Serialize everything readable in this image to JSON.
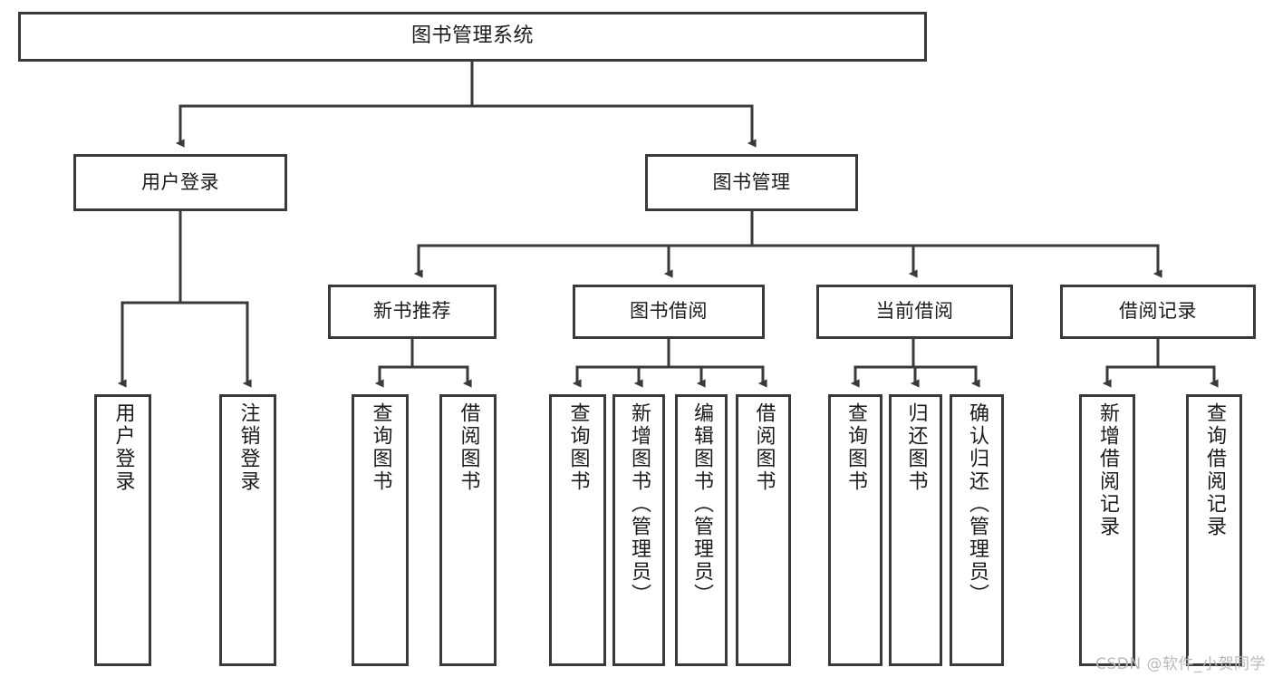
{
  "diagram": {
    "title": "图书管理系统",
    "type": "hierarchy-tree",
    "watermark": "CSDN @软件_小贺同学",
    "colors": {
      "stroke": "#3a3a3a",
      "text": "#1b1b1b",
      "background": "#ffffff",
      "watermark": "#b9b9b9"
    },
    "root": {
      "label": "图书管理系统"
    },
    "level1": [
      {
        "label": "用户登录"
      },
      {
        "label": "图书管理"
      }
    ],
    "level2": [
      {
        "label": "新书推荐"
      },
      {
        "label": "图书借阅"
      },
      {
        "label": "当前借阅"
      },
      {
        "label": "借阅记录"
      }
    ],
    "leaves": {
      "user_login": [
        {
          "label": "用户登录"
        },
        {
          "label": "注销登录"
        }
      ],
      "new_book_recommend": [
        {
          "label": "查询图书"
        },
        {
          "label": "借阅图书"
        }
      ],
      "book_borrow": [
        {
          "label": "查询图书"
        },
        {
          "label": "新增图书（管理员）"
        },
        {
          "label": "编辑图书（管理员）"
        },
        {
          "label": "借阅图书"
        }
      ],
      "current_borrow": [
        {
          "label": "查询图书"
        },
        {
          "label": "归还图书"
        },
        {
          "label": "确认归还（管理员）"
        }
      ],
      "borrow_record": [
        {
          "label": "新增借阅记录"
        },
        {
          "label": "查询借阅记录"
        }
      ]
    }
  }
}
